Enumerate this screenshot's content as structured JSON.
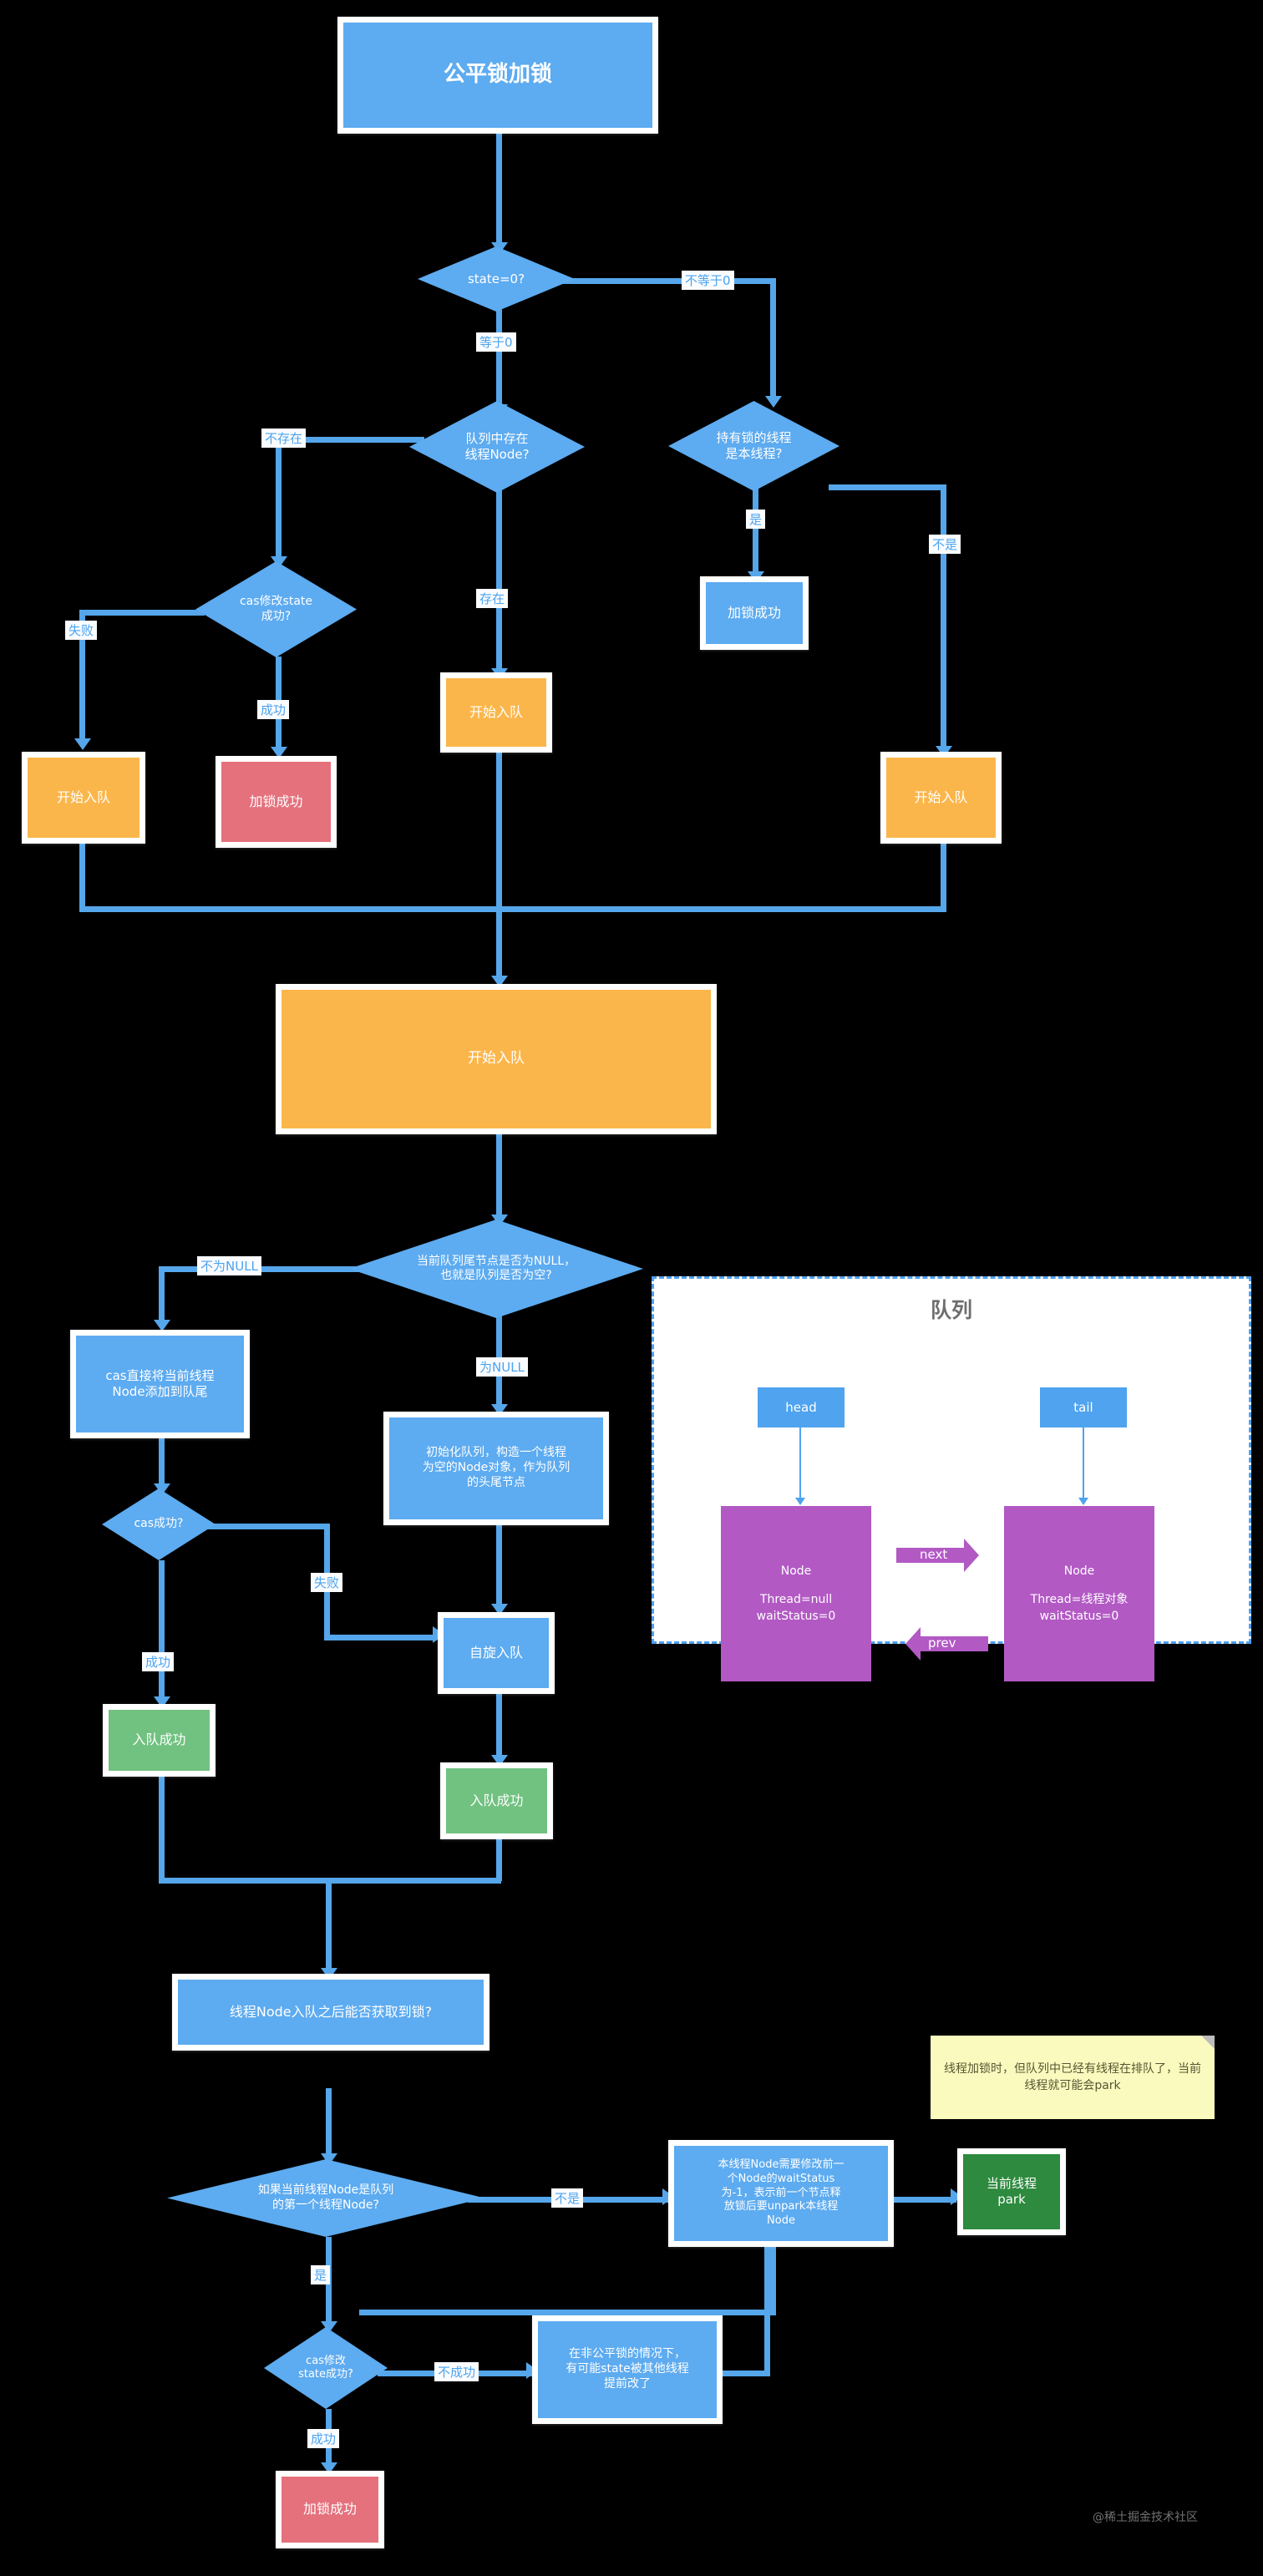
{
  "diagram": {
    "title": "公平锁加锁",
    "watermark": "@稀土掘金技术社区",
    "colors": {
      "background": "#000000",
      "blue": "#5dabf0",
      "orange": "#fbb64b",
      "red": "#e4717c",
      "green": "#71c180",
      "dark_green": "#2d8a3e",
      "purple": "#b259c4",
      "note_yellow": "#fbfabe",
      "connector": "#55a6ea"
    }
  },
  "nodes": {
    "title_box": "公平锁加锁",
    "d_state_zero": "state=0?",
    "d_queue_has_node": "队列中存在\n线程Node?",
    "d_holder_is_self": "持有锁的线程\n是本线程?",
    "d_cas_state": "cas修改state\n成功?",
    "lock_ok_right": "加锁成功",
    "enqueue_left": "开始入队",
    "lock_ok_mid": "加锁成功",
    "enqueue_mid": "开始入队",
    "enqueue_right": "开始入队",
    "enqueue_big": "开始入队",
    "d_tail_null": "当前队列尾节点是否为NULL，\n也就是队列是否为空?",
    "cas_add_tail": "cas直接将当前线程\nNode添加到队尾",
    "d_cas_ok": "cas成功?",
    "init_queue": "初始化队列，构造一个线程\n为空的Node对象，作为队列\n的头尾节点",
    "spin_enqueue": "自旋入队",
    "enqueue_ok_left": "入队成功",
    "enqueue_ok_mid": "入队成功",
    "can_get_lock": "线程Node入队之后能否获取到锁?",
    "d_is_first_node": "如果当前线程Node是队列\n的第一个线程Node?",
    "modify_prev_ws": "本线程Node需要修改前一\n个Node的waitStatus\n为-1，表示前一个节点释\n放锁后要unpark本线程\nNode",
    "thread_park": "当前线程\npark",
    "d_cas_state2": "cas修改\nstate成功?",
    "nonfair_note": "在非公平锁的情况下，\n有可能state被其他线程\n提前改了",
    "lock_ok_bottom": "加锁成功"
  },
  "edge_labels": {
    "not_equal_zero": "不等于0",
    "equal_zero": "等于0",
    "not_exists": "不存在",
    "exists": "存在",
    "yes": "是",
    "no": "不是",
    "fail": "失败",
    "success": "成功",
    "not_null": "不为NULL",
    "is_null": "为NULL",
    "cas_fail": "失败",
    "cas_success": "成功",
    "is_first_yes": "是",
    "is_first_no": "不是",
    "cas2_fail": "不成功",
    "cas2_success": "成功"
  },
  "queue_panel": {
    "title": "队列",
    "head_label": "head",
    "tail_label": "tail",
    "next_label": "next",
    "prev_label": "prev",
    "head_node": {
      "name": "Node",
      "thread": "Thread=null",
      "wait_status": "waitStatus=0"
    },
    "tail_node": {
      "name": "Node",
      "thread": "Thread=线程对象",
      "wait_status": "waitStatus=0"
    }
  },
  "sticky_note": {
    "text": "线程加锁时，但队列中已经有线程在排队了，当前线程就可能会park"
  }
}
